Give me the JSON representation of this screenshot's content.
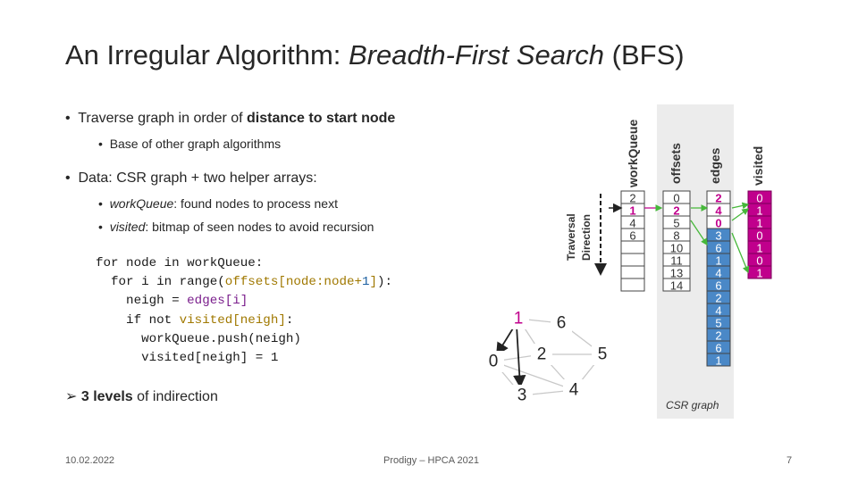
{
  "title": {
    "prefix": "An Irregular Algorithm: ",
    "italic": "Breadth-First Search",
    "suffix": " (BFS)"
  },
  "bullets": {
    "b1_pre": "Traverse graph in order of ",
    "b1_bold": "distance to start node",
    "b1_sub": "Base of other graph algorithms",
    "b2": "Data: CSR graph + two helper arrays:",
    "b2_sub1_it": "workQueue",
    "b2_sub1_rest": ": found nodes to process next",
    "b2_sub2_it": "visited",
    "b2_sub2_rest": ": bitmap of seen nodes to avoid recursion",
    "b3_bold": "3 levels",
    "b3_rest": " of indirection"
  },
  "code": {
    "l1": "for node in workQueue:",
    "l2a": "  for i in range(",
    "l2b": "offsets[node:node+",
    "l2c": "1",
    "l2d": "]",
    "l2e": "):",
    "l3a": "    neigh = ",
    "l3b": "edges[i]",
    "l4a": "    if not ",
    "l4b": "visited[neigh]",
    "l4c": ":",
    "l5": "      workQueue.push(neigh)",
    "l6": "      visited[neigh] = 1"
  },
  "graph": {
    "nodes": [
      "1",
      "6",
      "0",
      "2",
      "5",
      "3",
      "4"
    ]
  },
  "arrays": {
    "labels": {
      "workqueue": "workQueue",
      "offsets": "offsets",
      "edges": "edges",
      "visited": "visited",
      "traversal1": "Traversal",
      "traversal2": "Direction",
      "csr": "CSR graph"
    },
    "workqueue": [
      "2",
      "1",
      "4",
      "6",
      "",
      "",
      "",
      ""
    ],
    "offsets": [
      "0",
      "2",
      "5",
      "8",
      "10",
      "11",
      "13",
      "14"
    ],
    "edges": [
      "2",
      "4",
      "0",
      "3",
      "6",
      "1",
      "4",
      "6",
      "2",
      "4",
      "5",
      "2",
      "6",
      "1"
    ],
    "visited": [
      "0",
      "1",
      "1",
      "0",
      "1",
      "0",
      "1"
    ]
  },
  "colors": {
    "highlight": "#c0008c",
    "highlight_bg": "#c0008c",
    "edges_fill": "#4a88c7",
    "gray_panel": "#ececec",
    "arrow_green": "#46b83a"
  },
  "footer": {
    "date": "10.02.2022",
    "center": "Prodigy – HPCA 2021",
    "page": "7"
  }
}
